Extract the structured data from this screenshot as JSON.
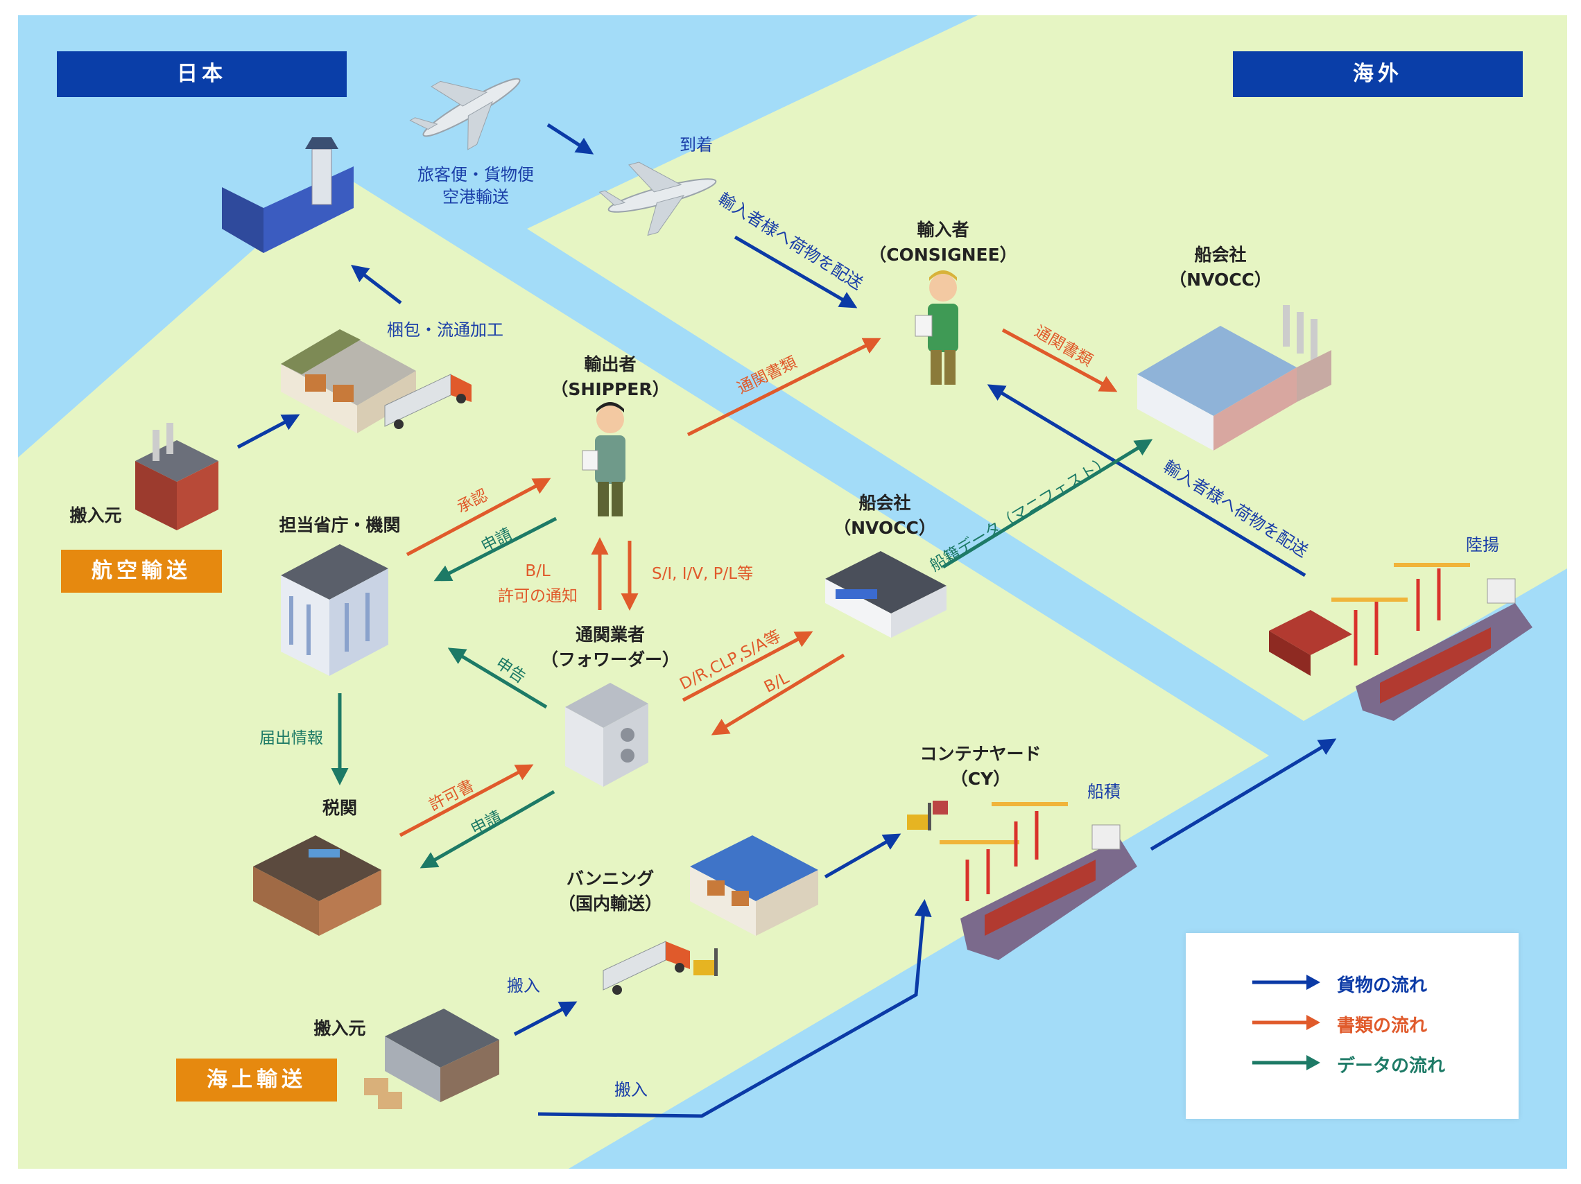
{
  "regions": {
    "japan": "日本",
    "overseas": "海外"
  },
  "modes": {
    "air": "航空輸送",
    "sea": "海上輸送"
  },
  "nodes": {
    "origin_air": "搬入元",
    "authority": "担当省庁・機関",
    "customs": "税関",
    "shipper": [
      "輸出者",
      "（SHIPPER）"
    ],
    "forwarder": [
      "通関業者",
      "（フォワーダー）"
    ],
    "carrier_jp": [
      "船会社",
      "（NVOCC）"
    ],
    "consignee": [
      "輸入者",
      "（CONSIGNEE）"
    ],
    "carrier_ov": [
      "船会社",
      "（NVOCC）"
    ],
    "container_yard": [
      "コンテナヤード",
      "（CY）"
    ],
    "vanning": [
      "バンニング",
      "（国内輸送）"
    ],
    "origin_sea": "搬入元"
  },
  "flows": {
    "passenger_cargo": [
      "旅客便・貨物便",
      "空港輸送"
    ],
    "arrival": "到着",
    "packing": "梱包・流通加工",
    "deliver_to_importer_1": "輸入者様へ荷物を配送",
    "deliver_to_importer_2": "輸入者様へ荷物を配送",
    "customs_docs_1": "通関書類",
    "customs_docs_2": "通関書類",
    "approval": "承認",
    "application_1": "申請",
    "bl_permit": [
      "B/L",
      "許可の通知"
    ],
    "si_iv_pl": "S/I, I/V, P/L等",
    "declaration": "申告",
    "dr_clp_sa": "D/R,CLP,S/A等",
    "bl": "B/L",
    "manifest": "船籍データ（マニフェスト）",
    "notification_info": "届出情報",
    "permit": "許可書",
    "application_2": "申請",
    "landing": "陸揚",
    "loading": "船積",
    "carry_in_1": "搬入",
    "carry_in_2": "搬入"
  },
  "legend": {
    "cargo": "貨物の流れ",
    "documents": "書類の流れ",
    "data": "データの流れ"
  },
  "colors": {
    "water": "#a3dcf8",
    "land": "#e6f5c3",
    "cargo": "#0b3aa6",
    "documents": "#e05a2b",
    "data": "#1d7a66",
    "navy_badge": "#0a3ea8",
    "gold_badge": "#e6890f"
  },
  "icons": [
    "airplane-icon",
    "airport-icon",
    "factory-icon",
    "warehouse-icon",
    "person-icon",
    "office-building-icon",
    "customs-building-icon",
    "container-ship-icon",
    "crane-icon",
    "forklift-icon",
    "truck-icon"
  ]
}
